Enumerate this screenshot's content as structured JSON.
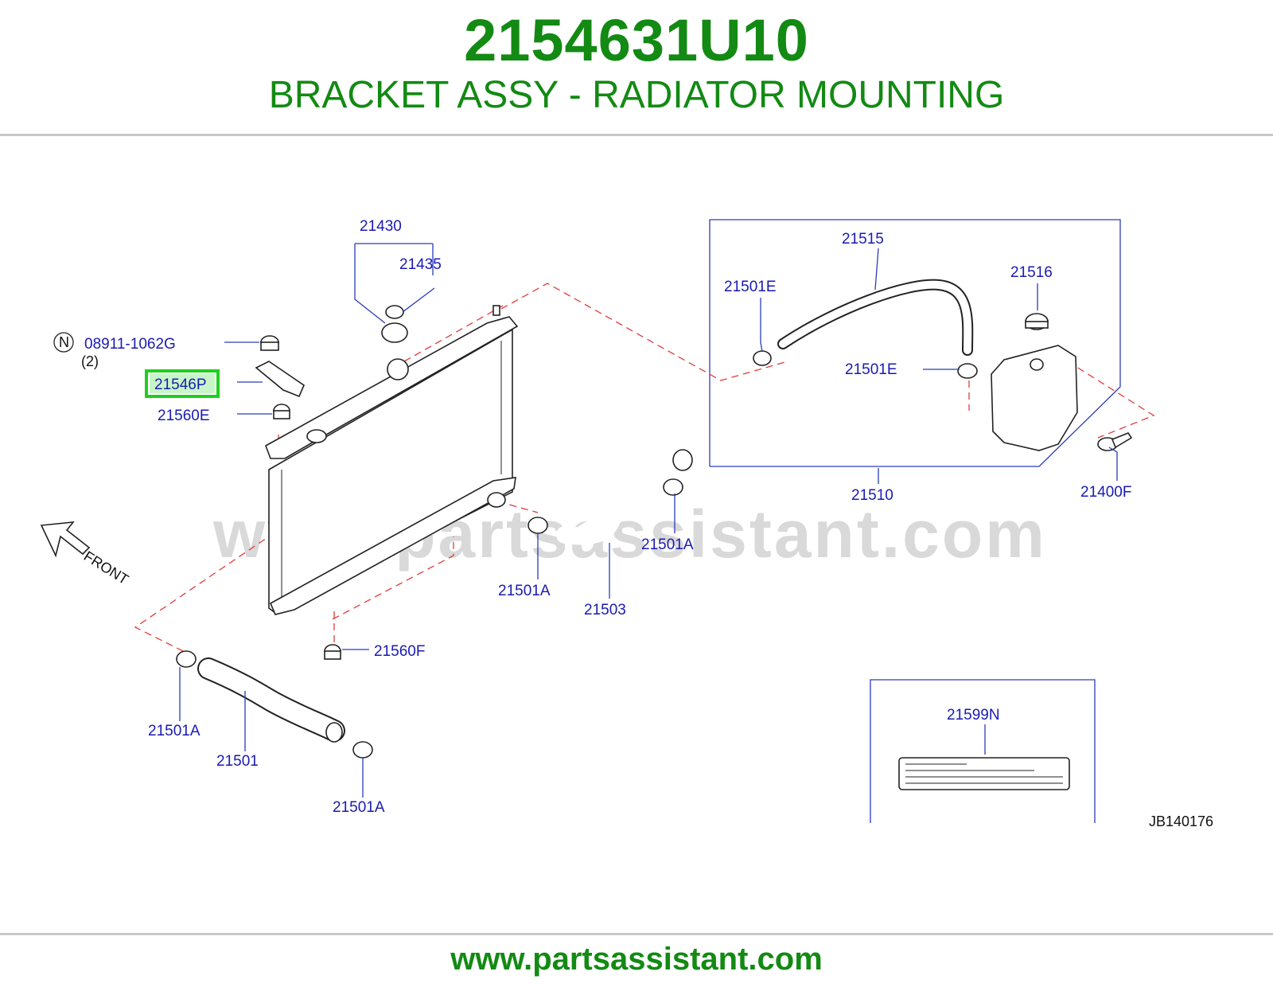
{
  "header": {
    "part_number": "2154631U10",
    "description": "BRACKET ASSY - RADIATOR MOUNTING"
  },
  "footer": {
    "url": "www.partsassistant.com"
  },
  "diagram": {
    "watermark": "www.partsassistant.com",
    "front_label": "FRONT",
    "reference_code": "JB140176",
    "highlight_color": "#1fcf1f",
    "callouts": {
      "c21430": "21430",
      "c21435": "21435",
      "n_mark": "N",
      "c08911": "08911-1062G",
      "c08911_qty": "(2)",
      "c21546P": "21546P",
      "c21560E": "21560E",
      "c21515": "21515",
      "c21501E_left": "21501E",
      "c21516": "21516",
      "c21501E_right": "21501E",
      "c21510": "21510",
      "c21400F": "21400F",
      "c21501A_hose_right": "21501A",
      "c21501A_mid": "21501A",
      "c21503": "21503",
      "c21560F": "21560F",
      "c21501A_low_left": "21501A",
      "c21501": "21501",
      "c21501A_bottom": "21501A",
      "c21599N": "21599N"
    }
  }
}
